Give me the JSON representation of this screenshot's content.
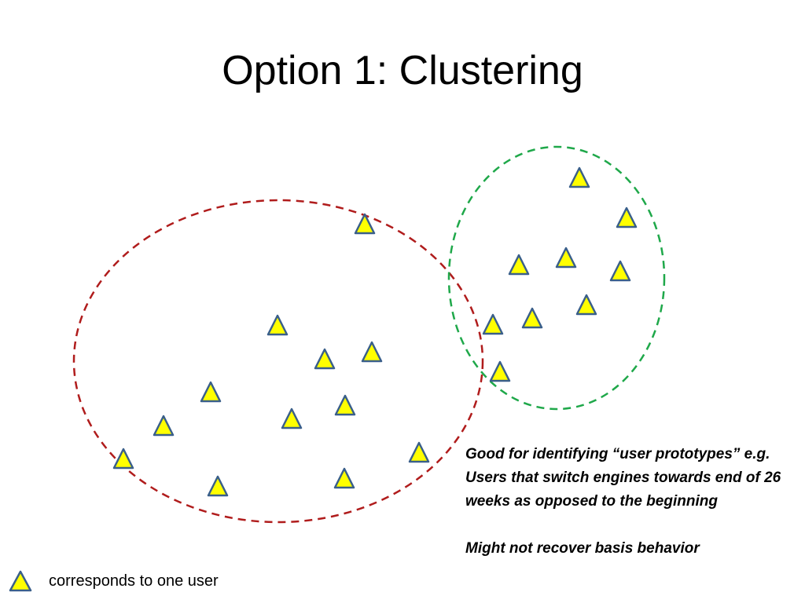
{
  "title": "Option 1: Clustering",
  "colors": {
    "cluster_red": "#b01c1c",
    "cluster_green": "#1fa84a",
    "marker_fill": "#ffff00",
    "marker_stroke": "#3a5f8a"
  },
  "marker_icon": "triangle-user-marker",
  "notes": {
    "line1": "Good for identifying  “user prototypes” e.g. Users that switch engines towards end of 26 weeks as opposed to the beginning",
    "line2": "Might not recover basis behavior"
  },
  "legend": {
    "label": "corresponds to one user"
  }
}
